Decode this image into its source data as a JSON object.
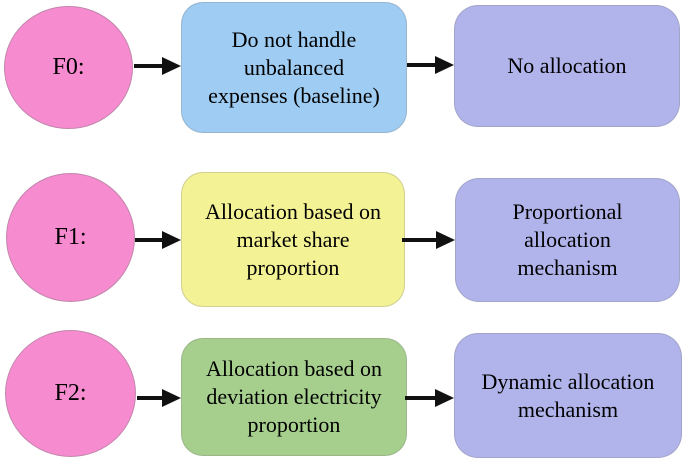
{
  "colors": {
    "background": "#ffffff",
    "circle_fill": "#f78bd0",
    "arrow": "#111111",
    "text": "#000000",
    "blue_box": "#9fccf2",
    "yellow_box": "#f3f295",
    "green_box": "#a6cf8e",
    "lavender_box": "#b1b4ea"
  },
  "rows": [
    {
      "circle_label": "F0:",
      "circle_color": "#f78bd0",
      "middle_lines": [
        "Do not handle",
        "unbalanced",
        "expenses (baseline)"
      ],
      "middle_color": "#9fccf2",
      "right_lines": [
        "No allocation"
      ],
      "right_color": "#b1b4ea"
    },
    {
      "circle_label": "F1:",
      "circle_color": "#f78bd0",
      "middle_lines": [
        "Allocation based on",
        "market share",
        "proportion"
      ],
      "middle_color": "#f3f295",
      "right_lines": [
        "Proportional",
        "allocation",
        "mechanism"
      ],
      "right_color": "#b1b4ea"
    },
    {
      "circle_label": "F2:",
      "circle_color": "#f78bd0",
      "middle_lines": [
        "Allocation based on",
        "deviation electricity",
        "proportion"
      ],
      "middle_color": "#a6cf8e",
      "right_lines": [
        "Dynamic allocation",
        "mechanism"
      ],
      "right_color": "#b1b4ea"
    }
  ]
}
